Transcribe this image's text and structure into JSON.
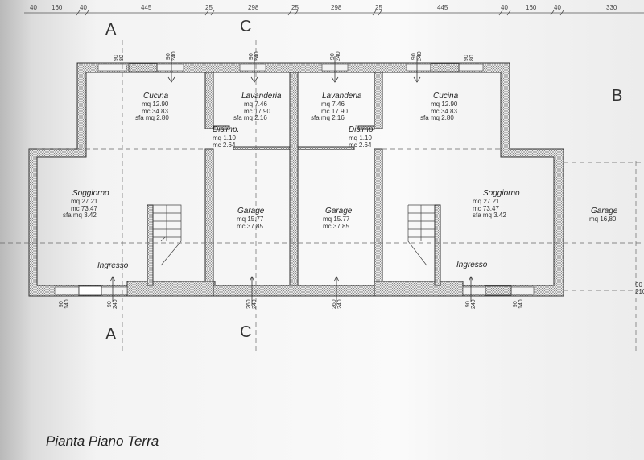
{
  "title": "Pianta Piano Terra",
  "dimensions_top": [
    "40",
    "160",
    "40",
    "445",
    "25",
    "298",
    "25",
    "298",
    "25",
    "445",
    "40",
    "160",
    "40",
    "330"
  ],
  "section_markers": {
    "a_top": "A",
    "a_bottom": "A",
    "c_top": "C",
    "c_bottom": "C",
    "b": "B"
  },
  "rooms": {
    "cucina_left": {
      "name": "Cucina",
      "mq": "mq 12.90",
      "mc": "mc 34.83",
      "sfa": "sfa mq  2.80"
    },
    "lavanderia_left": {
      "name": "Lavanderia",
      "mq": "mq  7.46",
      "mc": "mc 17.90",
      "sfa": "sfa mq  2.16"
    },
    "lavanderia_right": {
      "name": "Lavanderia",
      "mq": "mq  7.46",
      "mc": "mc 17.90",
      "sfa": "sfa mq  2.16"
    },
    "cucina_right": {
      "name": "Cucina",
      "mq": "mq 12.90",
      "mc": "mc 34.83",
      "sfa": "sfa mq  2.80"
    },
    "disimp_left": {
      "name": "Disimp.",
      "mq": "mq  1.10",
      "mc": "mc  2.64"
    },
    "disimp_right": {
      "name": "Disimp.",
      "mq": "mq  1.10",
      "mc": "mc  2.64"
    },
    "soggiorno_left": {
      "name": "Soggiorno",
      "mq": "mq  27.21",
      "mc": "mc  73.47",
      "sfa": "sfa mq   3.42"
    },
    "garage_left": {
      "name": "Garage",
      "mq": "mq 15.77",
      "mc": "mc 37.85"
    },
    "garage_right": {
      "name": "Garage",
      "mq": "mq 15.77",
      "mc": "mc 37.85"
    },
    "soggiorno_right": {
      "name": "Soggiorno",
      "mq": "mq  27.21",
      "mc": "mc  73.47",
      "sfa": "sfa mq   3.42"
    },
    "garage_ext": {
      "name": "Garage",
      "mq": "mq 16,80"
    },
    "ingresso_left": {
      "name": "Ingresso"
    },
    "ingresso_right": {
      "name": "Ingresso"
    }
  },
  "openings": {
    "top": [
      [
        "90",
        "80"
      ],
      [
        "90",
        "240"
      ],
      [
        "90",
        "240"
      ],
      [
        "90",
        "240"
      ],
      [
        "90",
        "240"
      ],
      [
        "90",
        "80"
      ]
    ],
    "bottom": [
      [
        "90",
        "140"
      ],
      [
        "90",
        "240"
      ],
      [
        "260",
        "240"
      ],
      [
        "260",
        "240"
      ],
      [
        "90",
        "240"
      ],
      [
        "90",
        "140"
      ]
    ],
    "right": [
      "90",
      "210"
    ]
  }
}
